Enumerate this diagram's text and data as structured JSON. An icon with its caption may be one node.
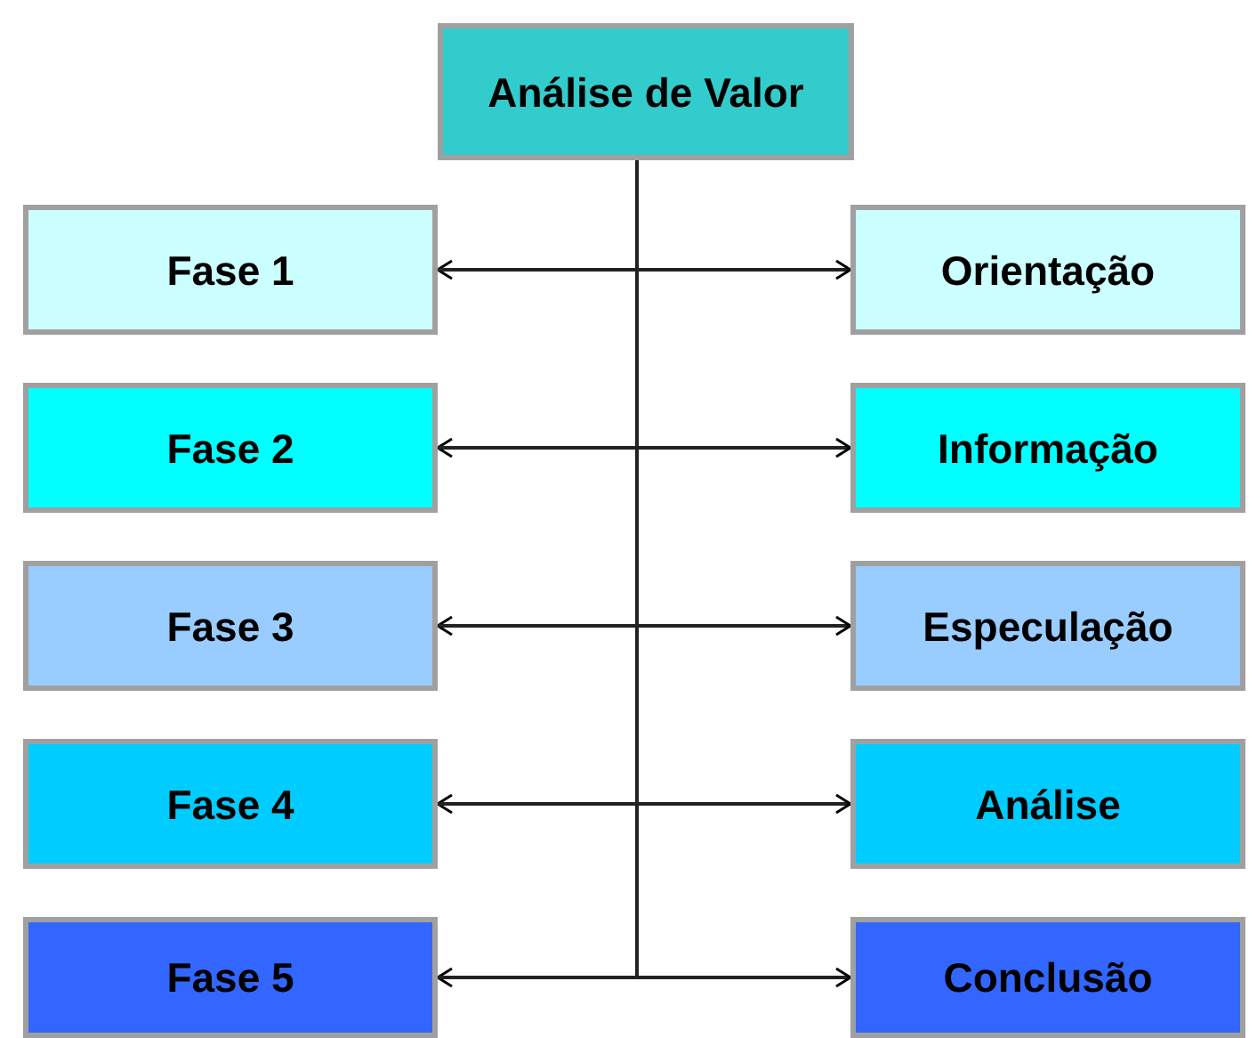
{
  "diagram": {
    "nodes": [
      {
        "text": [
          "Análise de Valor"
        ]
      },
      {
        "text": [
          "Fase 1"
        ]
      },
      {
        "text": [
          "Orientação"
        ]
      },
      {
        "text": [
          "Fase 2"
        ]
      },
      {
        "text": [
          "Informação"
        ]
      },
      {
        "text": [
          "Fase 3"
        ]
      },
      {
        "text": [
          "Especulação"
        ]
      },
      {
        "text": [
          "Fase 4"
        ]
      },
      {
        "text": [
          "Análise"
        ]
      },
      {
        "text": [
          "Fase 5"
        ]
      },
      {
        "text": [
          "Conclusão"
        ]
      }
    ],
    "edges": [
      {
        "from": 1,
        "to": 2,
        "arrow": "both"
      },
      {
        "from": 3,
        "to": 4,
        "arrow": "both"
      },
      {
        "from": 5,
        "to": 6,
        "arrow": "both"
      },
      {
        "from": 7,
        "to": 8,
        "arrow": "both"
      },
      {
        "from": 9,
        "to": 10,
        "arrow": "both"
      },
      {
        "from": 0,
        "to": 1,
        "arrow": "none"
      },
      {
        "from": 0,
        "to": 3,
        "arrow": "none"
      },
      {
        "from": 0,
        "to": 5,
        "arrow": "none"
      },
      {
        "from": 0,
        "to": 7,
        "arrow": "none"
      },
      {
        "from": 0,
        "to": 9,
        "arrow": "none"
      }
    ]
  }
}
